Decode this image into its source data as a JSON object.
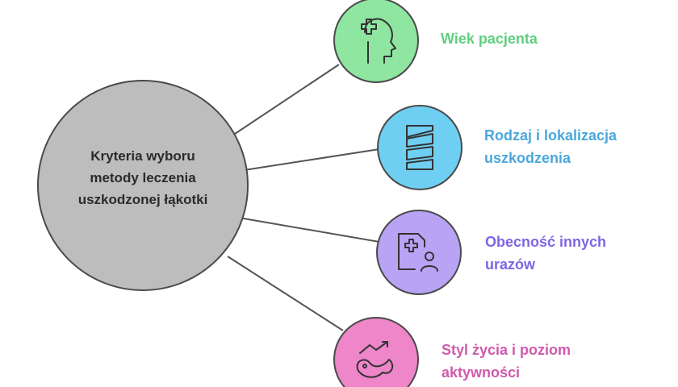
{
  "center": {
    "lines": [
      "Kryteria wyboru",
      "metody leczenia",
      "uszkodzonej łąkotki"
    ],
    "color": "#bdbdbd"
  },
  "criteria": [
    {
      "lines": [
        "Wiek pacjenta"
      ],
      "color": "#8ee6a0",
      "text_color": "#5fcf7f",
      "icon": "head-medical-cross-icon"
    },
    {
      "lines": [
        "Rodzaj i lokalizacja",
        "uszkodzenia"
      ],
      "color": "#6fcff3",
      "text_color": "#4aa8dc",
      "icon": "meniscus-layers-icon"
    },
    {
      "lines": [
        "Obecność innych",
        "urazów"
      ],
      "color": "#b9a3f5",
      "text_color": "#7e65e4",
      "icon": "medical-record-person-icon"
    },
    {
      "lines": [
        "Styl życia i poziom",
        "aktywności"
      ],
      "color": "#ee86c9",
      "text_color": "#d05aac",
      "icon": "activity-trend-icon"
    }
  ]
}
